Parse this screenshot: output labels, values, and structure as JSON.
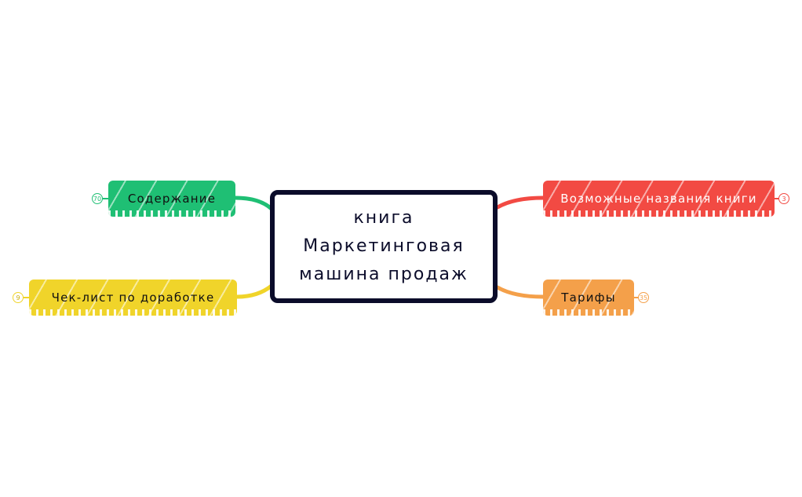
{
  "central_topic": {
    "lines": [
      "книга",
      "Маркетинговая",
      "машина продаж"
    ],
    "border_color": "#0b0c2a"
  },
  "topics": [
    {
      "label": "Содержание",
      "count": "70",
      "color": "#1fbf74",
      "text_color": "#111111",
      "side": "left"
    },
    {
      "label": "Чек-лист по доработке",
      "count": "9",
      "color": "#f0d42a",
      "text_color": "#111111",
      "side": "left"
    },
    {
      "label": "Возможные названия книги",
      "count": "3",
      "color": "#f24a43",
      "text_color": "#ffffff",
      "side": "right"
    },
    {
      "label": "Тарифы",
      "count": "35",
      "color": "#f4a04a",
      "text_color": "#111111",
      "side": "right"
    }
  ]
}
